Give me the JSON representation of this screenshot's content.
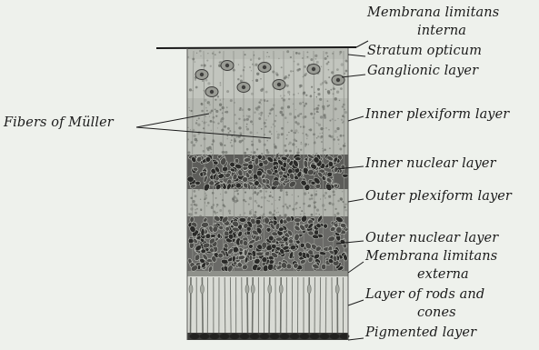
{
  "labels": {
    "membrana_interna_1": "Membrana limitans",
    "membrana_interna_2": "interna",
    "stratum_opticum": "Stratum opticum",
    "ganglionic_layer": "Ganglionic layer",
    "fibers_of_muller": "Fibers of Müller",
    "inner_plexiform_layer": "Inner plexiform layer",
    "inner_nuclear_layer": "Inner nuclear layer",
    "outer_plexiform_layer": "Outer plexiform layer",
    "outer_nuclear_layer": "Outer nuclear layer",
    "membrana_externa_1": "Membrana limitans",
    "membrana_externa_2": "externa",
    "rods_cones_1": "Layer of rods and",
    "rods_cones_2": "cones",
    "pigmented_layer": "Pigmented layer"
  },
  "colors": {
    "background": "#eef1ec",
    "tissue_light": "#c9ccc5",
    "tissue_dark": "#3a3a38",
    "ink": "#1b1b1b"
  }
}
